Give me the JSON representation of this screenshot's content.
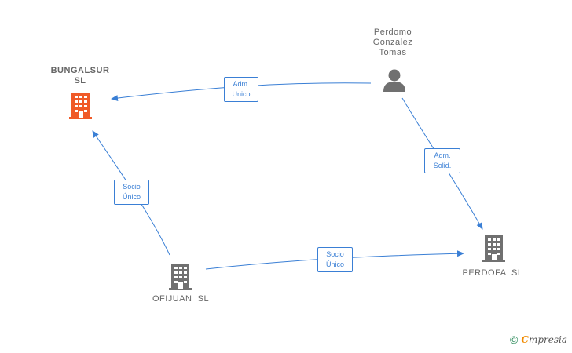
{
  "colors": {
    "edge": "#3a7fd5",
    "focus_company": "#f05a28",
    "company": "#707070",
    "person": "#707070",
    "label_text": "#666666"
  },
  "nodes": {
    "bungalsur": {
      "line1": "BUNGALSUR",
      "line2": "SL",
      "icon": "building-icon",
      "focus": true
    },
    "perdomo": {
      "line1": "Perdomo",
      "line2": "Gonzalez",
      "line3": "Tomas",
      "icon": "person-icon"
    },
    "perdofa": {
      "label": "PERDOFA  SL",
      "icon": "building-icon"
    },
    "ofijuan": {
      "label": "OFIJUAN  SL",
      "icon": "building-icon"
    }
  },
  "edges": {
    "perdomo_bungalsur": {
      "line1": "Adm.",
      "line2": "Unico"
    },
    "perdomo_perdofa": {
      "line1": "Adm.",
      "line2": "Solid."
    },
    "ofijuan_bungalsur": {
      "line1": "Socio",
      "line2": "Único"
    },
    "ofijuan_perdofa": {
      "line1": "Socio",
      "line2": "Único"
    }
  },
  "brand": {
    "copyright": "©",
    "e": "C",
    "name": "mpresia"
  }
}
